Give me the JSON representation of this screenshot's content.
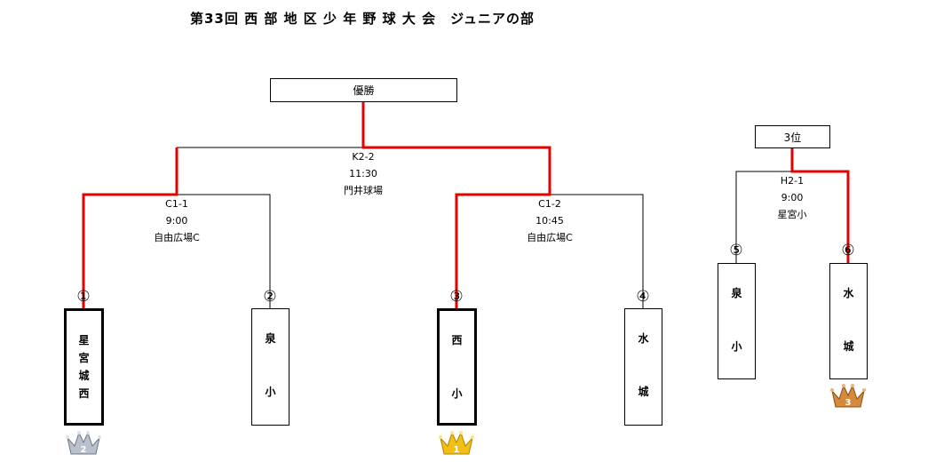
{
  "title": "第33回 西 部 地 区 少 年 野 球 大 会　ジュニアの部",
  "champion_box": "優勝",
  "third_box": "3位",
  "matches": {
    "k22": {
      "code": "K2-2",
      "time": "11:30",
      "venue": "門井球場"
    },
    "c11": {
      "code": "C1-1",
      "time": "9:00",
      "venue": "自由広場C"
    },
    "c12": {
      "code": "C1-2",
      "time": "10:45",
      "venue": "自由広場C"
    },
    "h21": {
      "code": "H2-1",
      "time": "9:00",
      "venue": "星宮小"
    }
  },
  "teams": [
    {
      "num": "①",
      "chars": [
        "星",
        "宮",
        "城",
        "西"
      ]
    },
    {
      "num": "②",
      "chars": [
        "泉",
        "小"
      ]
    },
    {
      "num": "③",
      "chars": [
        "西",
        "小"
      ]
    },
    {
      "num": "④",
      "chars": [
        "水",
        "城"
      ]
    },
    {
      "num": "⑤",
      "chars": [
        "泉",
        "小"
      ]
    },
    {
      "num": "⑥",
      "chars": [
        "水",
        "城"
      ]
    }
  ],
  "crowns": [
    {
      "rank": "2",
      "color": "#b9c2cc"
    },
    {
      "rank": "1",
      "color": "#f2c014"
    },
    {
      "rank": "3",
      "color": "#d6893a"
    }
  ],
  "colors": {
    "winner_line": "#e60000",
    "line": "#000000"
  }
}
